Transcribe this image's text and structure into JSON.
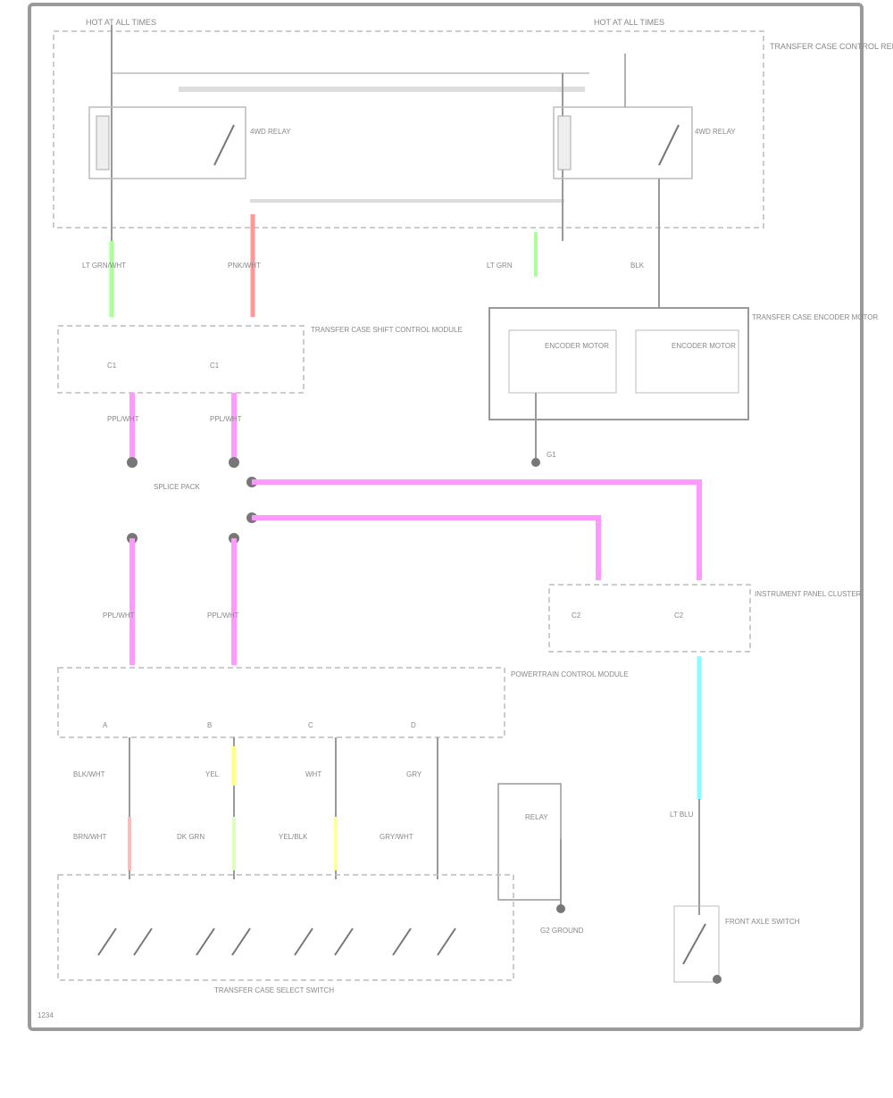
{
  "diagram": {
    "labels": {
      "hot_top_left": "HOT AT ALL TIMES",
      "hot_top_right": "HOT AT ALL TIMES",
      "fuse_block_note": "TRANSFER CASE CONTROL RELAY",
      "relay_left_name": "4WD RELAY",
      "relay_right_name": "4WD RELAY",
      "wire_green_left": "LT GRN/WHT",
      "wire_pink_left": "PNK/WHT",
      "wire_green_right": "LT GRN",
      "wire_black_right": "BLK",
      "module_left_name": "TRANSFER CASE SHIFT CONTROL MODULE",
      "conn_a1": "C1",
      "conn_a2": "C1",
      "motor_box_name": "TRANSFER CASE ENCODER MOTOR",
      "motor_1": "ENCODER MOTOR",
      "motor_2": "ENCODER MOTOR",
      "ground_g1": "G1",
      "splice_name": "SPLICE PACK",
      "wire_pur_1": "PPL/WHT",
      "wire_pur_2": "PPL/WHT",
      "wire_pur_3": "PPL/WHT",
      "wire_pur_4": "PPL/WHT",
      "module_right_name": "INSTRUMENT PANEL CLUSTER",
      "conn_b1": "C2",
      "conn_b2": "C2",
      "module_bottom_name": "POWERTRAIN CONTROL MODULE",
      "pin_1": "A",
      "pin_2": "B",
      "pin_3": "C",
      "pin_4": "D",
      "wire_bot_1": "BLK/WHT",
      "wire_bot_2": "YEL",
      "wire_bot_3": "WHT",
      "wire_bot_4": "GRY",
      "wire_bot_5": "BRN/WHT",
      "wire_bot_6": "DK GRN",
      "wire_bot_7": "YEL/BLK",
      "wire_bot_8": "GRY/WHT",
      "relay_small": "RELAY",
      "switch_box_name": "TRANSFER CASE SELECT SWITCH",
      "ground_note": "G2 GROUND",
      "wire_blue": "LT BLU",
      "sensor_name": "FRONT AXLE SWITCH",
      "diagram_id": "1234"
    }
  }
}
